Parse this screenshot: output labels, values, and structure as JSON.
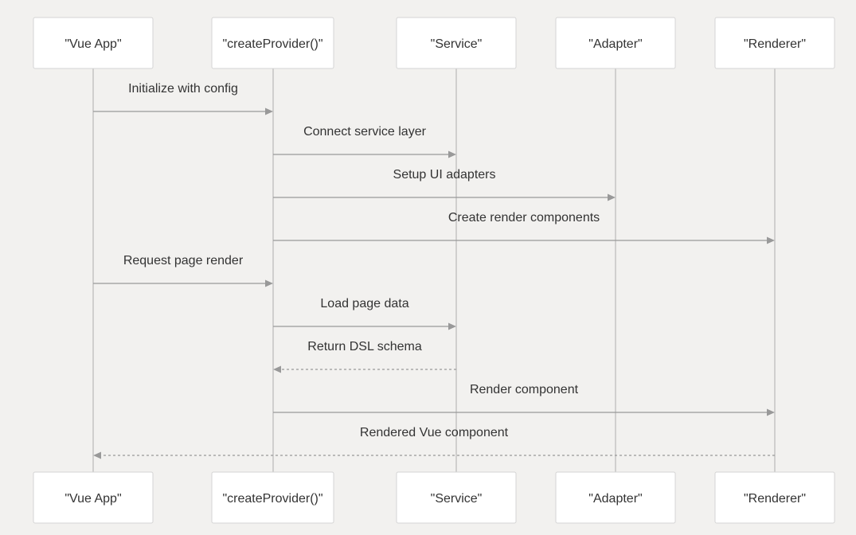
{
  "participants": [
    {
      "id": "vue-app",
      "label": "\"Vue App\""
    },
    {
      "id": "create-provider",
      "label": "\"createProvider()\""
    },
    {
      "id": "service",
      "label": "\"Service\""
    },
    {
      "id": "adapter",
      "label": "\"Adapter\""
    },
    {
      "id": "renderer",
      "label": "\"Renderer\""
    }
  ],
  "messages": [
    {
      "from": 0,
      "to": 1,
      "label": "Initialize with config",
      "style": "solid"
    },
    {
      "from": 1,
      "to": 2,
      "label": "Connect service layer",
      "style": "solid"
    },
    {
      "from": 1,
      "to": 3,
      "label": "Setup UI adapters",
      "style": "solid"
    },
    {
      "from": 1,
      "to": 4,
      "label": "Create render components",
      "style": "solid"
    },
    {
      "from": 0,
      "to": 1,
      "label": "Request page render",
      "style": "solid"
    },
    {
      "from": 1,
      "to": 2,
      "label": "Load page data",
      "style": "solid"
    },
    {
      "from": 2,
      "to": 1,
      "label": "Return DSL schema",
      "style": "dashed"
    },
    {
      "from": 1,
      "to": 4,
      "label": "Render component",
      "style": "solid"
    },
    {
      "from": 4,
      "to": 0,
      "label": "Rendered Vue component",
      "style": "dashed"
    }
  ],
  "colors": {
    "background": "#f2f1ef",
    "box_fill": "#ffffff",
    "box_stroke": "#d4d4d4",
    "lifeline": "#c4c4c4",
    "arrow": "#999999",
    "text": "#333333"
  }
}
